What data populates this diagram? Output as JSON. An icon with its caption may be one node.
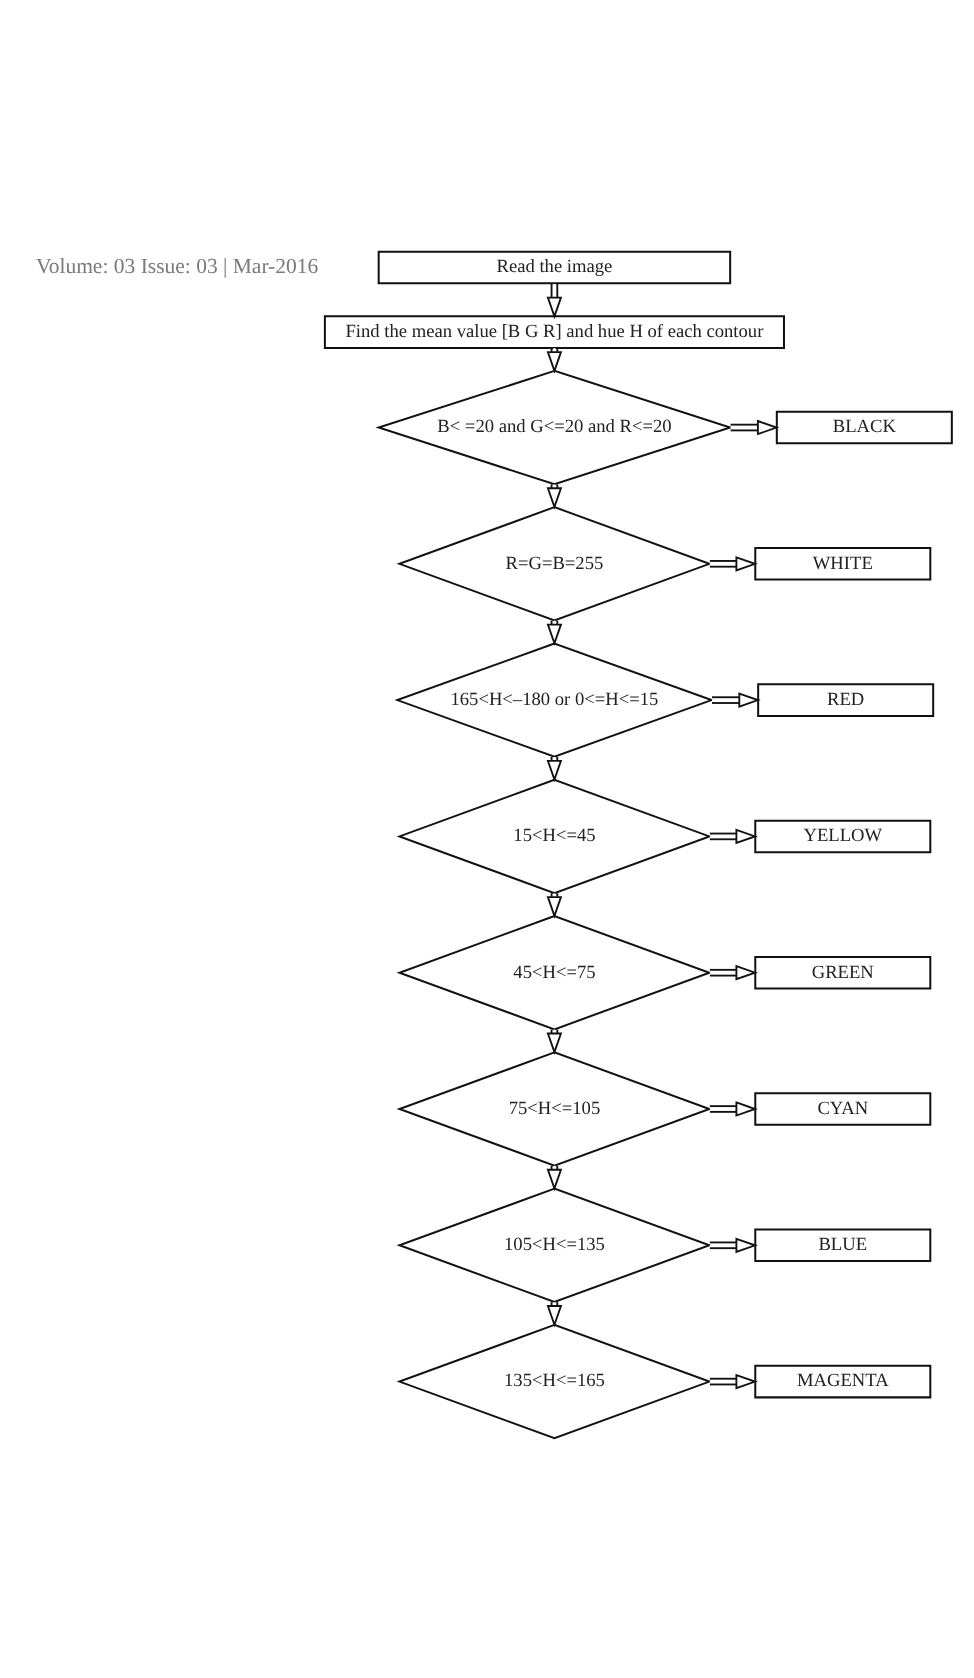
{
  "diagram": {
    "nodes": [
      {
        "text": [
          "Read the image"
        ]
      },
      {
        "text": [
          "Find the mean value [B G R] and hue H of each contour"
        ]
      },
      {
        "text": [
          "B< =20 and G<=20 and R<=20"
        ]
      },
      {
        "text": [
          "BLACK"
        ]
      },
      {
        "text": [
          "R=G=B=255"
        ]
      },
      {
        "text": [
          "WHITE"
        ]
      },
      {
        "text": [
          "165<H<–180 or 0<=H<=15"
        ]
      },
      {
        "text": [
          "RED"
        ]
      },
      {
        "text": [
          "15<H<=45"
        ]
      },
      {
        "text": [
          "YELLOW"
        ]
      },
      {
        "text": [
          "45<H<=75"
        ]
      },
      {
        "text": [
          "GREEN"
        ]
      },
      {
        "text": [
          "75<H<=105"
        ]
      },
      {
        "text": [
          "CYAN"
        ]
      },
      {
        "text": [
          "105<H<=135"
        ]
      },
      {
        "text": [
          "BLUE"
        ]
      },
      {
        "text": [
          "135<H<=165"
        ]
      },
      {
        "text": [
          "MAGENTA"
        ]
      }
    ],
    "edges": [
      {
        "from": 0,
        "to": 1,
        "arrow": "to"
      },
      {
        "from": 1,
        "to": 2,
        "arrow": "to"
      },
      {
        "from": 2,
        "to": 3,
        "arrow": "to"
      },
      {
        "from": 2,
        "to": 4,
        "arrow": "to"
      },
      {
        "from": 4,
        "to": 5,
        "arrow": "to"
      },
      {
        "from": 4,
        "to": 6,
        "arrow": "to"
      },
      {
        "from": 6,
        "to": 7,
        "arrow": "to"
      },
      {
        "from": 6,
        "to": 8,
        "arrow": "to"
      },
      {
        "from": 8,
        "to": 9,
        "arrow": "to"
      },
      {
        "from": 8,
        "to": 10,
        "arrow": "to"
      },
      {
        "from": 10,
        "to": 11,
        "arrow": "to"
      },
      {
        "from": 10,
        "to": 12,
        "arrow": "to"
      },
      {
        "from": 12,
        "to": 13,
        "arrow": "to"
      },
      {
        "from": 12,
        "to": 14,
        "arrow": "to"
      },
      {
        "from": 14,
        "to": 15,
        "arrow": "to"
      },
      {
        "from": 14,
        "to": 16,
        "arrow": "to"
      },
      {
        "from": 16,
        "to": 17,
        "arrow": "to"
      }
    ],
    "labels": [
      "Volume: 03 Issue: 03 | Mar-2016"
    ]
  }
}
